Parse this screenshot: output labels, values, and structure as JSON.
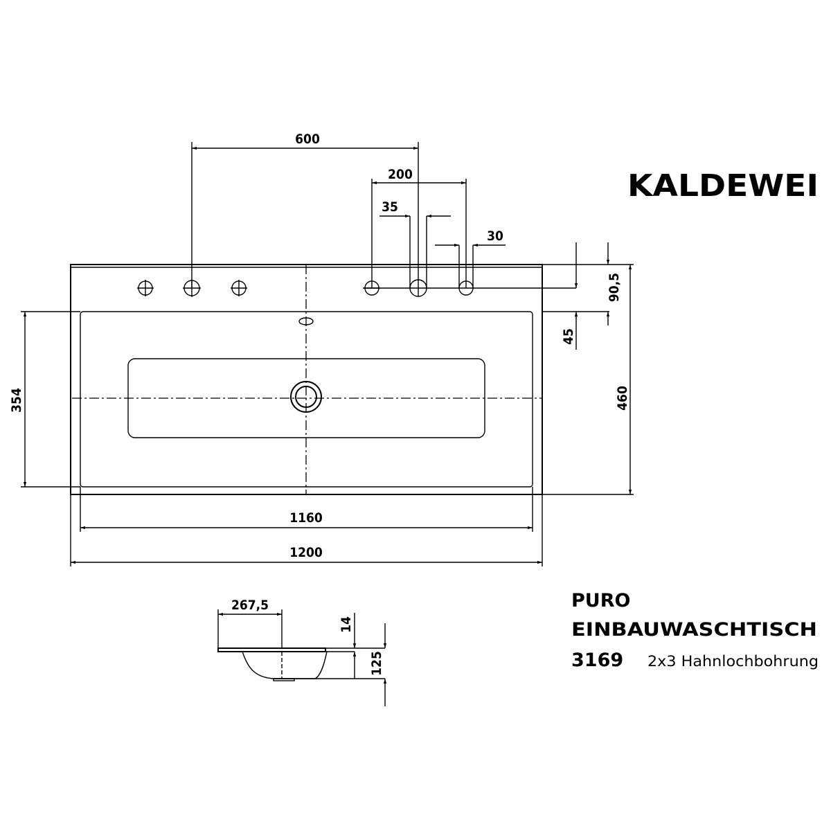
{
  "brand": "KALDEWEI",
  "product": {
    "line": "PURO",
    "type": "EINBAUWASCHTISCH",
    "model": "3169",
    "variant": "2x3 Hahnlochbohrung"
  },
  "dimensions": {
    "d600": "600",
    "d200": "200",
    "d35": "35",
    "d30": "30",
    "d90_5": "90,5",
    "d45": "45",
    "d460": "460",
    "d354": "354",
    "d1160": "1160",
    "d1200": "1200",
    "d267_5": "267,5",
    "d14": "14",
    "d125": "125"
  },
  "colors": {
    "line": "#000000",
    "background": "#ffffff"
  }
}
